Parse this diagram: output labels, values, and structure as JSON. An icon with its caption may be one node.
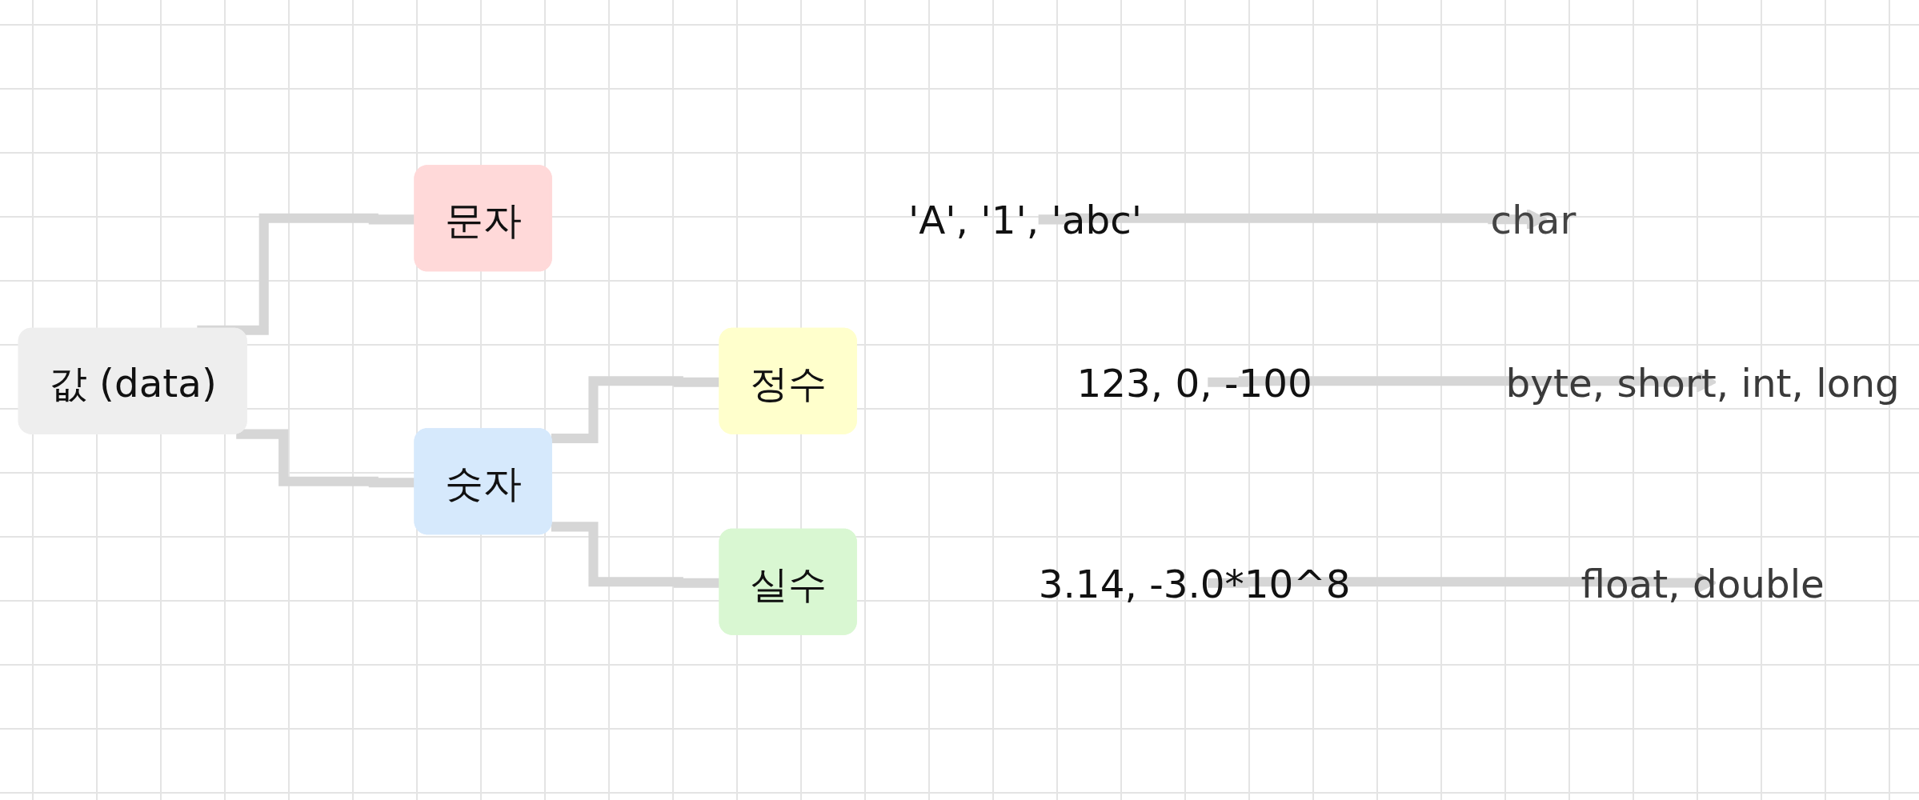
{
  "diagram": {
    "nodes": [
      {
        "text": [
          "값 (data)"
        ]
      },
      {
        "text": [
          "문자"
        ]
      },
      {
        "text": [
          "'A', '1', 'abc'"
        ]
      },
      {
        "text": [
          "char"
        ]
      },
      {
        "text": [
          "숫자"
        ]
      },
      {
        "text": [
          "정수"
        ]
      },
      {
        "text": [
          "123, 0, -100"
        ]
      },
      {
        "text": [
          "byte, short, int, long"
        ]
      },
      {
        "text": [
          "실수"
        ]
      },
      {
        "text": [
          "3.14, -3.0*10^8"
        ]
      },
      {
        "text": [
          "float, double"
        ]
      }
    ],
    "edges": [
      {
        "from": 0,
        "to": 1,
        "arrow": "none"
      },
      {
        "from": 0,
        "to": 4,
        "arrow": "none"
      },
      {
        "from": 2,
        "to": 3,
        "arrow": "to"
      },
      {
        "from": 4,
        "to": 5,
        "arrow": "none"
      },
      {
        "from": 4,
        "to": 8,
        "arrow": "none"
      },
      {
        "from": 6,
        "to": 7,
        "arrow": "to"
      },
      {
        "from": 9,
        "to": 10,
        "arrow": "to"
      }
    ]
  }
}
